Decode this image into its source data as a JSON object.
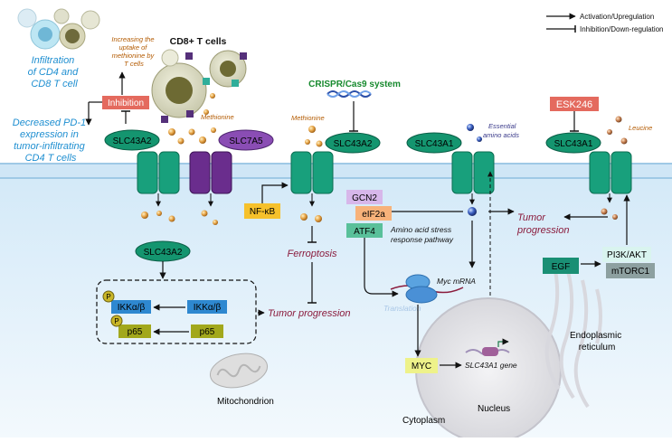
{
  "legend": {
    "activation": "Activation/Upregulation",
    "inhibition": "Inhibition/Down-regulation"
  },
  "colors": {
    "slc_green": "#14956f",
    "slc7a5_purple": "#7d3ea3",
    "cytoplasm_blue": "#e3f1fb",
    "tumor_text": "#8a1b3c",
    "blue_text": "#1f8fd1",
    "orange_text": "#b35a00"
  },
  "tcell": {
    "title": "CD8+ T cells",
    "uptake_note": [
      "Increasing the",
      "uptake of",
      "methionine by",
      "T cells"
    ],
    "infiltration": [
      "Infiltration",
      "of CD4 and",
      "CD8 T cell"
    ],
    "inhibition": "Inhibition",
    "pd1": [
      "Decreased PD-1",
      "expression in",
      "tumor-infiltrating",
      "CD4 T cells"
    ]
  },
  "transporters": {
    "slc43a2_left": "SLC43A2",
    "slc7a5": "SLC7A5",
    "slc43a2_mid": "SLC43A2",
    "slc43a1_mid": "SLC43A1",
    "slc43a1_right": "SLC43A1",
    "slc43a2_cyto": "SLC43A2"
  },
  "metabolites": {
    "methionine_left": "Methionine",
    "methionine_mid": "Methionine",
    "essential": [
      "Essential",
      "amino acids"
    ],
    "leucine": "Leucine"
  },
  "crispr": "CRISPR/Cas9 system",
  "esk246": "ESK246",
  "signaling": {
    "nfkb": "NF-κB",
    "ferroptosis": "Ferroptosis",
    "ikk_p": "IKKα/β",
    "ikk": "IKKα/β",
    "p65_p": "p65",
    "p65": "p65",
    "p_badge": "P",
    "tumor_progression_left": "Tumor progression",
    "gcn2": "GCN2",
    "eif2a": "eIF2a",
    "atf4": "ATF4",
    "aa_stress": [
      "Amino acid stress",
      "response pathway"
    ],
    "tumor_progression_right": [
      "Tumor",
      "progression"
    ],
    "myc_mrna": "Myc mRNA",
    "translation": "Translation",
    "myc": "MYC",
    "slc43a1_gene": "SLC43A1 gene",
    "egf": "EGF",
    "pi3k": "PI3K/AKT",
    "mtorc1": "mTORC1"
  },
  "organelles": {
    "mitochondrion": "Mitochondrion",
    "nucleus": "Nucleus",
    "cytoplasm": "Cytoplasm",
    "er": [
      "Endoplasmic",
      "reticulum"
    ]
  }
}
